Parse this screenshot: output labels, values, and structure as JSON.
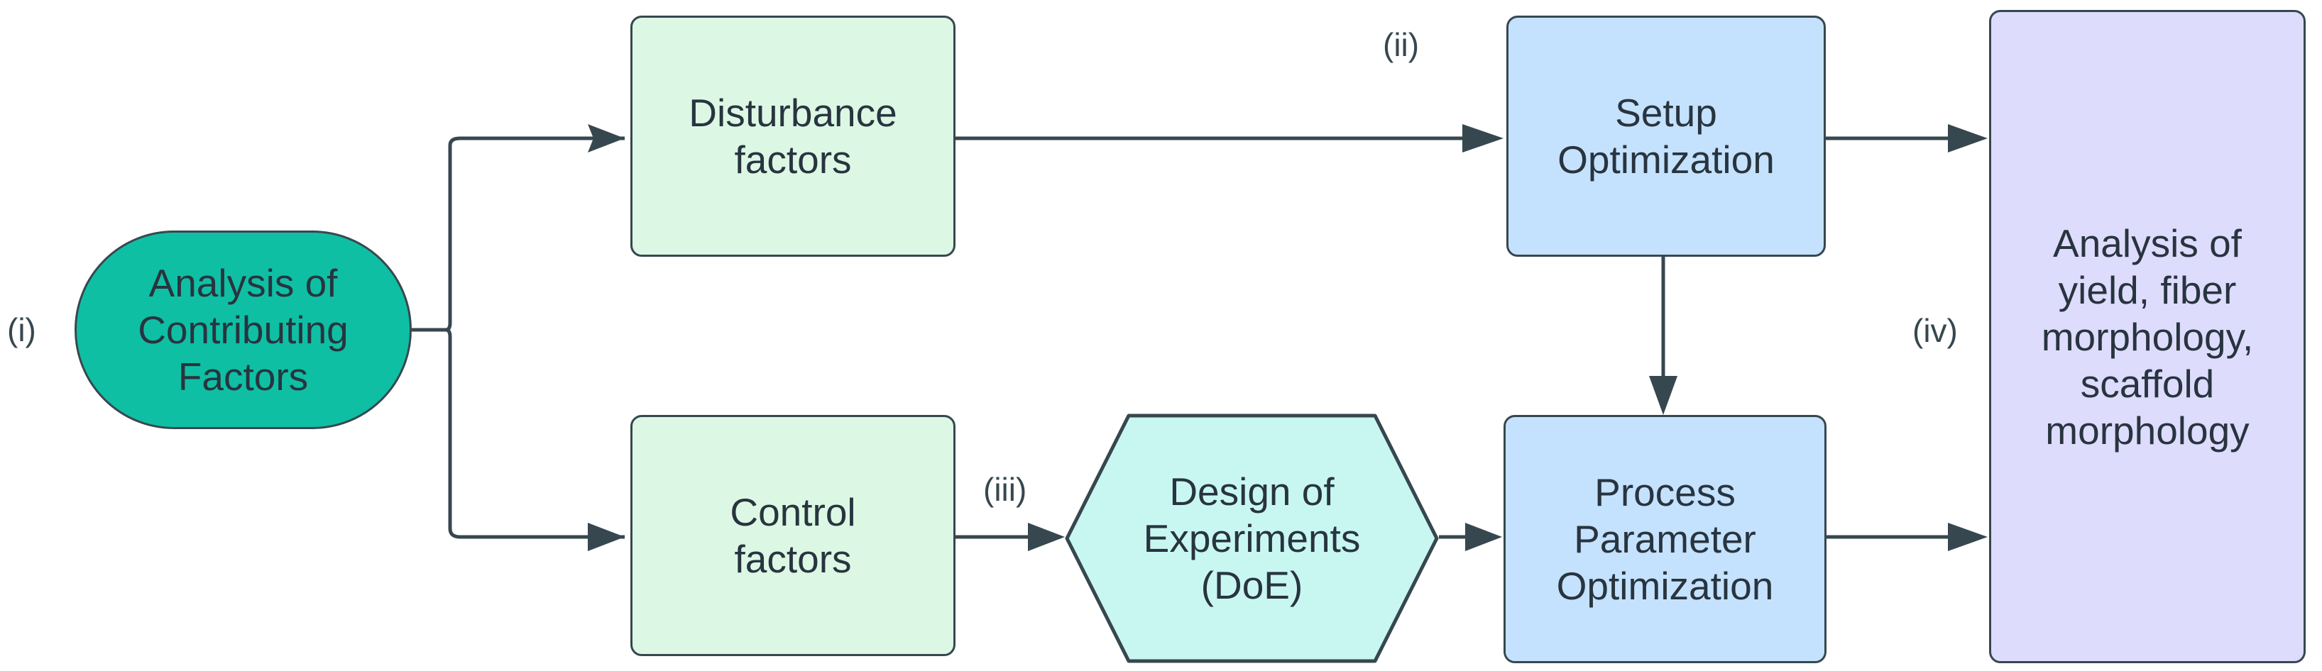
{
  "diagram": {
    "type": "flowchart",
    "orientation": "left-to-right",
    "background_color": "#ffffff",
    "edge_color": "#37474f",
    "text_color": "#28343f",
    "nodes": [
      {
        "id": "start",
        "label": "Analysis of\nContributing\nFactors",
        "shape": "stadium",
        "fill": "#0fbfa4",
        "step_marker": "(i)"
      },
      {
        "id": "disturbance",
        "label": "Disturbance\nfactors",
        "shape": "rounded-rect",
        "fill": "#dcf8e4"
      },
      {
        "id": "control",
        "label": "Control\nfactors",
        "shape": "rounded-rect",
        "fill": "#dcf8e4"
      },
      {
        "id": "setup",
        "label": "Setup\nOptimization",
        "shape": "rounded-rect",
        "fill": "#c4e2fd",
        "step_marker": "(ii)"
      },
      {
        "id": "doe",
        "label": "Design of\nExperiments\n(DoE)",
        "shape": "hexagon",
        "fill": "#c8f7f2",
        "step_marker": "(iii)"
      },
      {
        "id": "process",
        "label": "Process\nParameter\nOptimization",
        "shape": "rounded-rect",
        "fill": "#c4e2fd"
      },
      {
        "id": "result",
        "label": "Analysis of\nyield, fiber\nmorphology,\nscaffold\nmorphology",
        "shape": "rounded-rect",
        "fill": "#dedcfc",
        "step_marker": "(iv)"
      }
    ],
    "edges": [
      {
        "from": "start",
        "to": "disturbance",
        "label": ""
      },
      {
        "from": "start",
        "to": "control",
        "label": ""
      },
      {
        "from": "disturbance",
        "to": "setup",
        "label": "(ii)"
      },
      {
        "from": "control",
        "to": "doe",
        "label": "(iii)"
      },
      {
        "from": "doe",
        "to": "process",
        "label": ""
      },
      {
        "from": "setup",
        "to": "process",
        "label": ""
      },
      {
        "from": "setup",
        "to": "result",
        "label": ""
      },
      {
        "from": "process",
        "to": "result",
        "label": "(iv)"
      }
    ],
    "step_labels": {
      "i": "(i)",
      "ii": "(ii)",
      "iii": "(iii)",
      "iv": "(iv)"
    }
  }
}
